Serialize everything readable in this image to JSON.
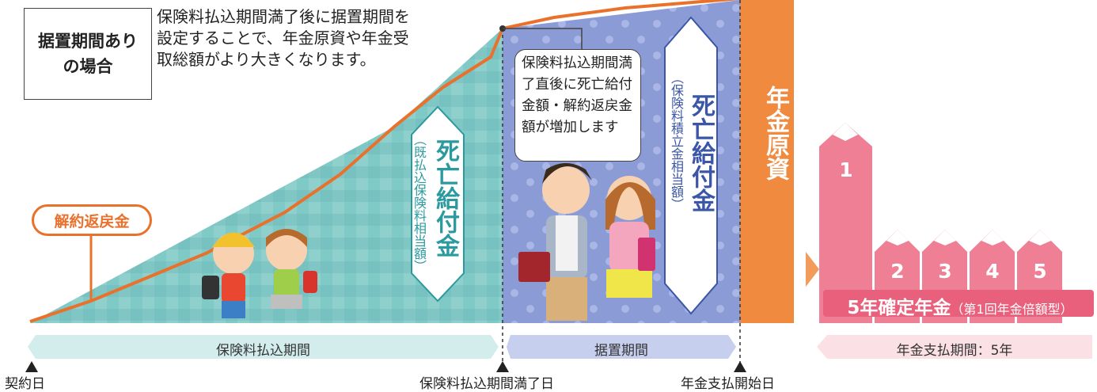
{
  "title": {
    "line1": "据置期間あり",
    "line2": "の場合"
  },
  "description": "保険料払込期間満了後に据置期間を設定することで、年金原資や年金受取総額がより大きくなります。",
  "callout": "保険料払込期間満了直後に死亡給付金額・解約返戻金額が増加します",
  "surrender_value_label": "解約返戻金",
  "death_benefit_1": {
    "main": "死亡給付金",
    "sub": "（既払込保険料相当額）"
  },
  "death_benefit_2": {
    "main": "死亡給付金",
    "sub": "（保険料積立金相当額）"
  },
  "pension_fund_label": "年金原資",
  "pension_type": {
    "main": "5年確定年金",
    "sub": "（第1回年金倍額型）"
  },
  "pencil_numbers": [
    "1",
    "2",
    "3",
    "4",
    "5"
  ],
  "periods": {
    "payment": "保険料払込期間",
    "deferral": "据置期間",
    "pension": "年金支払期間：5年"
  },
  "milestones": {
    "contract": "契約日",
    "payment_end": "保険料払込期間満了日",
    "pension_start": "年金支払開始日"
  },
  "colors": {
    "orange": "#e9712b",
    "teal": "#7fcac8",
    "blue": "#8f9ed8",
    "pink": "#ee7f95"
  }
}
